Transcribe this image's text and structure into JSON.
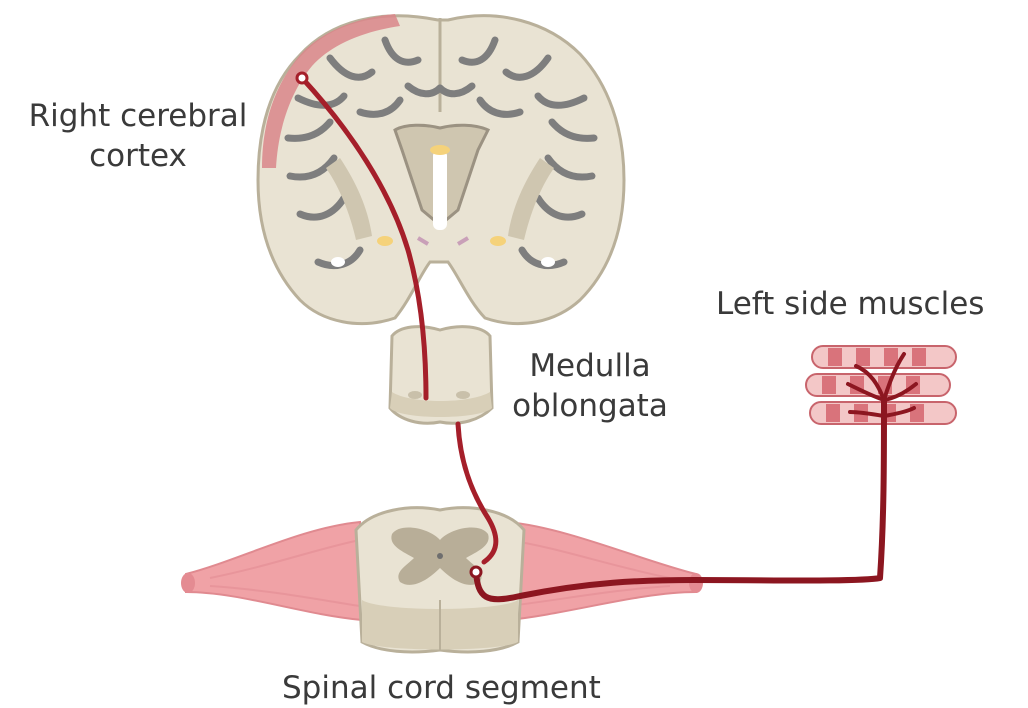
{
  "labels": {
    "cortex_line1": "Right cerebral",
    "cortex_line2": "cortex",
    "medulla_line1": "Medulla",
    "medulla_line2": "oblongata",
    "muscles": "Left side muscles",
    "spinal": "Spinal cord segment"
  },
  "colors": {
    "tissue": "#e9e3d3",
    "tissue_stroke": "#b9b09a",
    "sulcus": "#7e7e7e",
    "cortex_highlight": "#d9868a",
    "pathway": "#a51f2a",
    "nerve_pink": "#f0a2a6",
    "muscle_light": "#f3c7c7",
    "muscle_dark": "#d9737b"
  }
}
